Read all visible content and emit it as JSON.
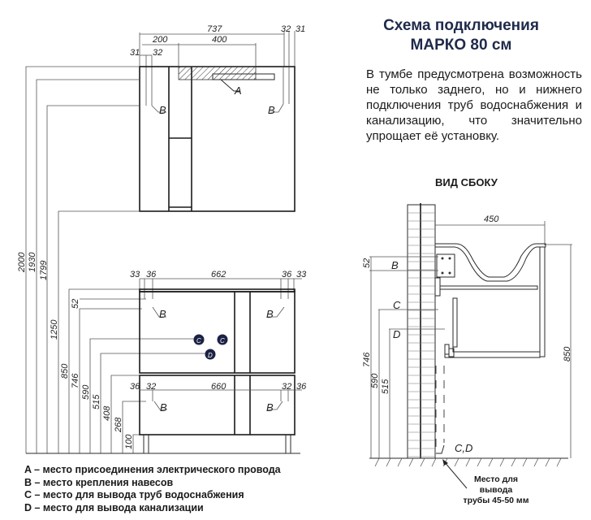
{
  "header": {
    "title_line1": "Схема подключения",
    "title_line2": "МАРКО 80 см"
  },
  "description": "В тумбе предусмотрена возможность не только заднего, но и нижнего подключения труб водоснабжения и канализацию, что значительно упрощает её установку.",
  "side_view": {
    "title": "ВИД СБОКУ",
    "width_label": "450",
    "height_label": "850",
    "dim_52": "52",
    "dim_746": "746",
    "dim_590": "590",
    "dim_515": "515",
    "marker_b": "B",
    "marker_c": "C",
    "marker_d": "D",
    "marker_cd": "C,D",
    "note_line1": "Место для",
    "note_line2": "вывода",
    "note_line3": "трубы 45-50 мм"
  },
  "front_view": {
    "mirror_cabinet": {
      "dim_total": "737",
      "dim_200": "200",
      "dim_400": "400",
      "dim_31_left": "31",
      "dim_32_left": "32",
      "dim_32_right": "32",
      "dim_31_right": "31",
      "marker_a": "A",
      "marker_b_left": "B",
      "marker_b_right": "B"
    },
    "vanity_top": {
      "dim_33_left": "33",
      "dim_36_left": "36",
      "dim_662": "662",
      "dim_36_right": "36",
      "dim_33_right": "33",
      "marker_b_left": "B",
      "marker_b_right": "B",
      "marker_c1": "C",
      "marker_c2": "C",
      "marker_d": "D"
    },
    "vanity_bottom": {
      "dim_36_left": "36",
      "dim_32_left": "32",
      "dim_660": "660",
      "dim_32_right": "32",
      "dim_36_right": "36",
      "marker_b_left": "B",
      "marker_b_right": "B"
    },
    "heights": [
      "2000",
      "1930",
      "1799",
      "1250",
      "850",
      "746",
      "590",
      "515",
      "408",
      "268",
      "100"
    ],
    "dim_52": "52"
  },
  "legend": [
    "A – место присоединения электрического провода",
    "B – место крепления навесов",
    "C – место для вывода труб водоснабжения",
    "D – место для вывода канализации"
  ],
  "colors": {
    "title": "#1f2a4a",
    "marker_fill": "#1c2244",
    "line": "#2a2a2a"
  }
}
